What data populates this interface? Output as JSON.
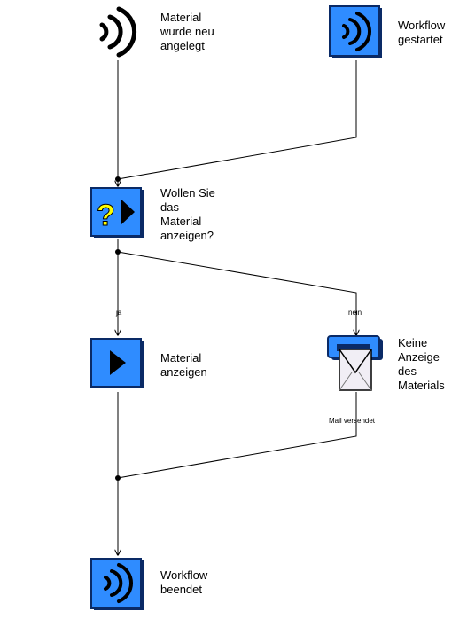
{
  "nodes": {
    "event_created": {
      "label": [
        "Material",
        "wurde neu",
        "angelegt"
      ]
    },
    "event_started": {
      "label": [
        "Workflow",
        "gestartet"
      ]
    },
    "decision": {
      "label": [
        "Wollen Sie",
        "das",
        "Material",
        "anzeigen?"
      ]
    },
    "show_material": {
      "label": [
        "Material",
        "anzeigen"
      ]
    },
    "mail": {
      "label": [
        "Keine",
        "Anzeige",
        "des",
        "Materials"
      ]
    },
    "event_end": {
      "label": [
        "Workflow",
        "beendet"
      ]
    }
  },
  "edges": {
    "yes_label": "ja",
    "no_label": "nein",
    "mail_outcome": "Mail versendet"
  },
  "colors": {
    "icon_fill": "#2f8cff",
    "icon_border": "#0a2a66",
    "icon_glyph": "#000000",
    "question_mark": "#ffff00",
    "line": "#000000"
  },
  "icons": {
    "event_created": "wave-signal-icon",
    "event_started": "wave-signal-icon",
    "decision": "question-play-icon",
    "show_material": "play-icon",
    "mail": "mail-envelope-icon",
    "event_end": "wave-signal-icon"
  }
}
